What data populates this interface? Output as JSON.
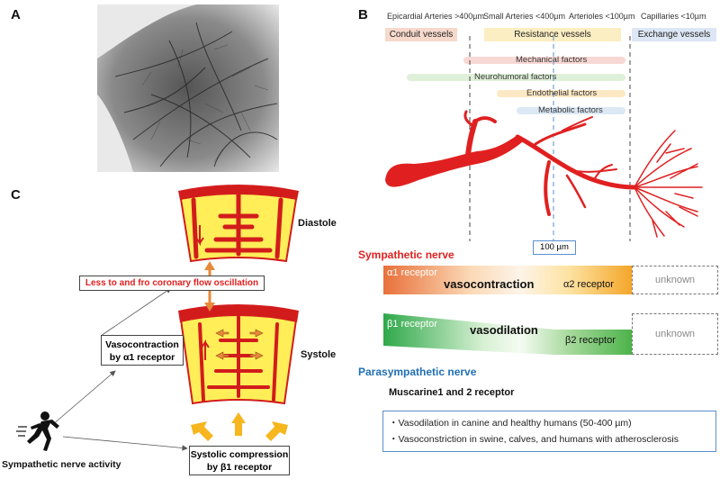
{
  "panels": {
    "a": "A",
    "b": "B",
    "c": "C"
  },
  "vessel_classes": [
    {
      "label": "Epicardial Arteries >400µm"
    },
    {
      "label": "Small Arteries <400µm"
    },
    {
      "label": "Arterioles <100µm"
    },
    {
      "label": "Capillaries <10µm"
    }
  ],
  "vessel_groups": [
    {
      "label": "Conduit vessels",
      "color": "#f7d9cc"
    },
    {
      "label": "Resistance vessels",
      "color": "#fbeec2"
    },
    {
      "label": "Exchange vessels",
      "color": "#dde6f4"
    }
  ],
  "factors": [
    {
      "label": "Mechanical factors",
      "color": "#f8d8d4"
    },
    {
      "label": "Neurohumoral factors",
      "color": "#dff0d8"
    },
    {
      "label": "Endothelial factors",
      "color": "#fde8c4"
    },
    {
      "label": "Metabolic factors",
      "color": "#dce8f4"
    }
  ],
  "scale_label": "100 µm",
  "sympathetic": {
    "title": "Sympathetic nerve",
    "alpha1": "α1 receptor",
    "vasocontraction": "vasocontraction",
    "alpha2": "α2 receptor",
    "unknown1": "unknown",
    "beta1": "β1 receptor",
    "vasodilation": "vasodilation",
    "beta2": "β2 receptor",
    "unknown2": "unknown"
  },
  "parasympathetic": {
    "title": "Parasympathetic nerve",
    "receptor": "Muscarine1 and 2  receptor",
    "bullets": [
      "・Vasodilation in canine and healthy humans (50-400 µm)",
      "・Vasoconstriction in swine, calves,  and humans with atherosclerosis"
    ]
  },
  "panel_c": {
    "diastole": "Diastole",
    "systole": "Systole",
    "oscillation": "Less to and fro coronary flow oscillation",
    "vasocontraction_line1": "Vasocontraction",
    "vasocontraction_line2": "by α1 receptor",
    "compression_line1": "Systolic compression",
    "compression_line2": "by β1 receptor",
    "sympathetic_activity": "Sympathetic nerve activity"
  },
  "colors": {
    "accent_red": "#e02020",
    "accent_blue": "#1f6fb5",
    "orange_arrow": "#e8893a",
    "vessel_red": "#e02020",
    "myocardium_yellow": "#ffee58"
  }
}
